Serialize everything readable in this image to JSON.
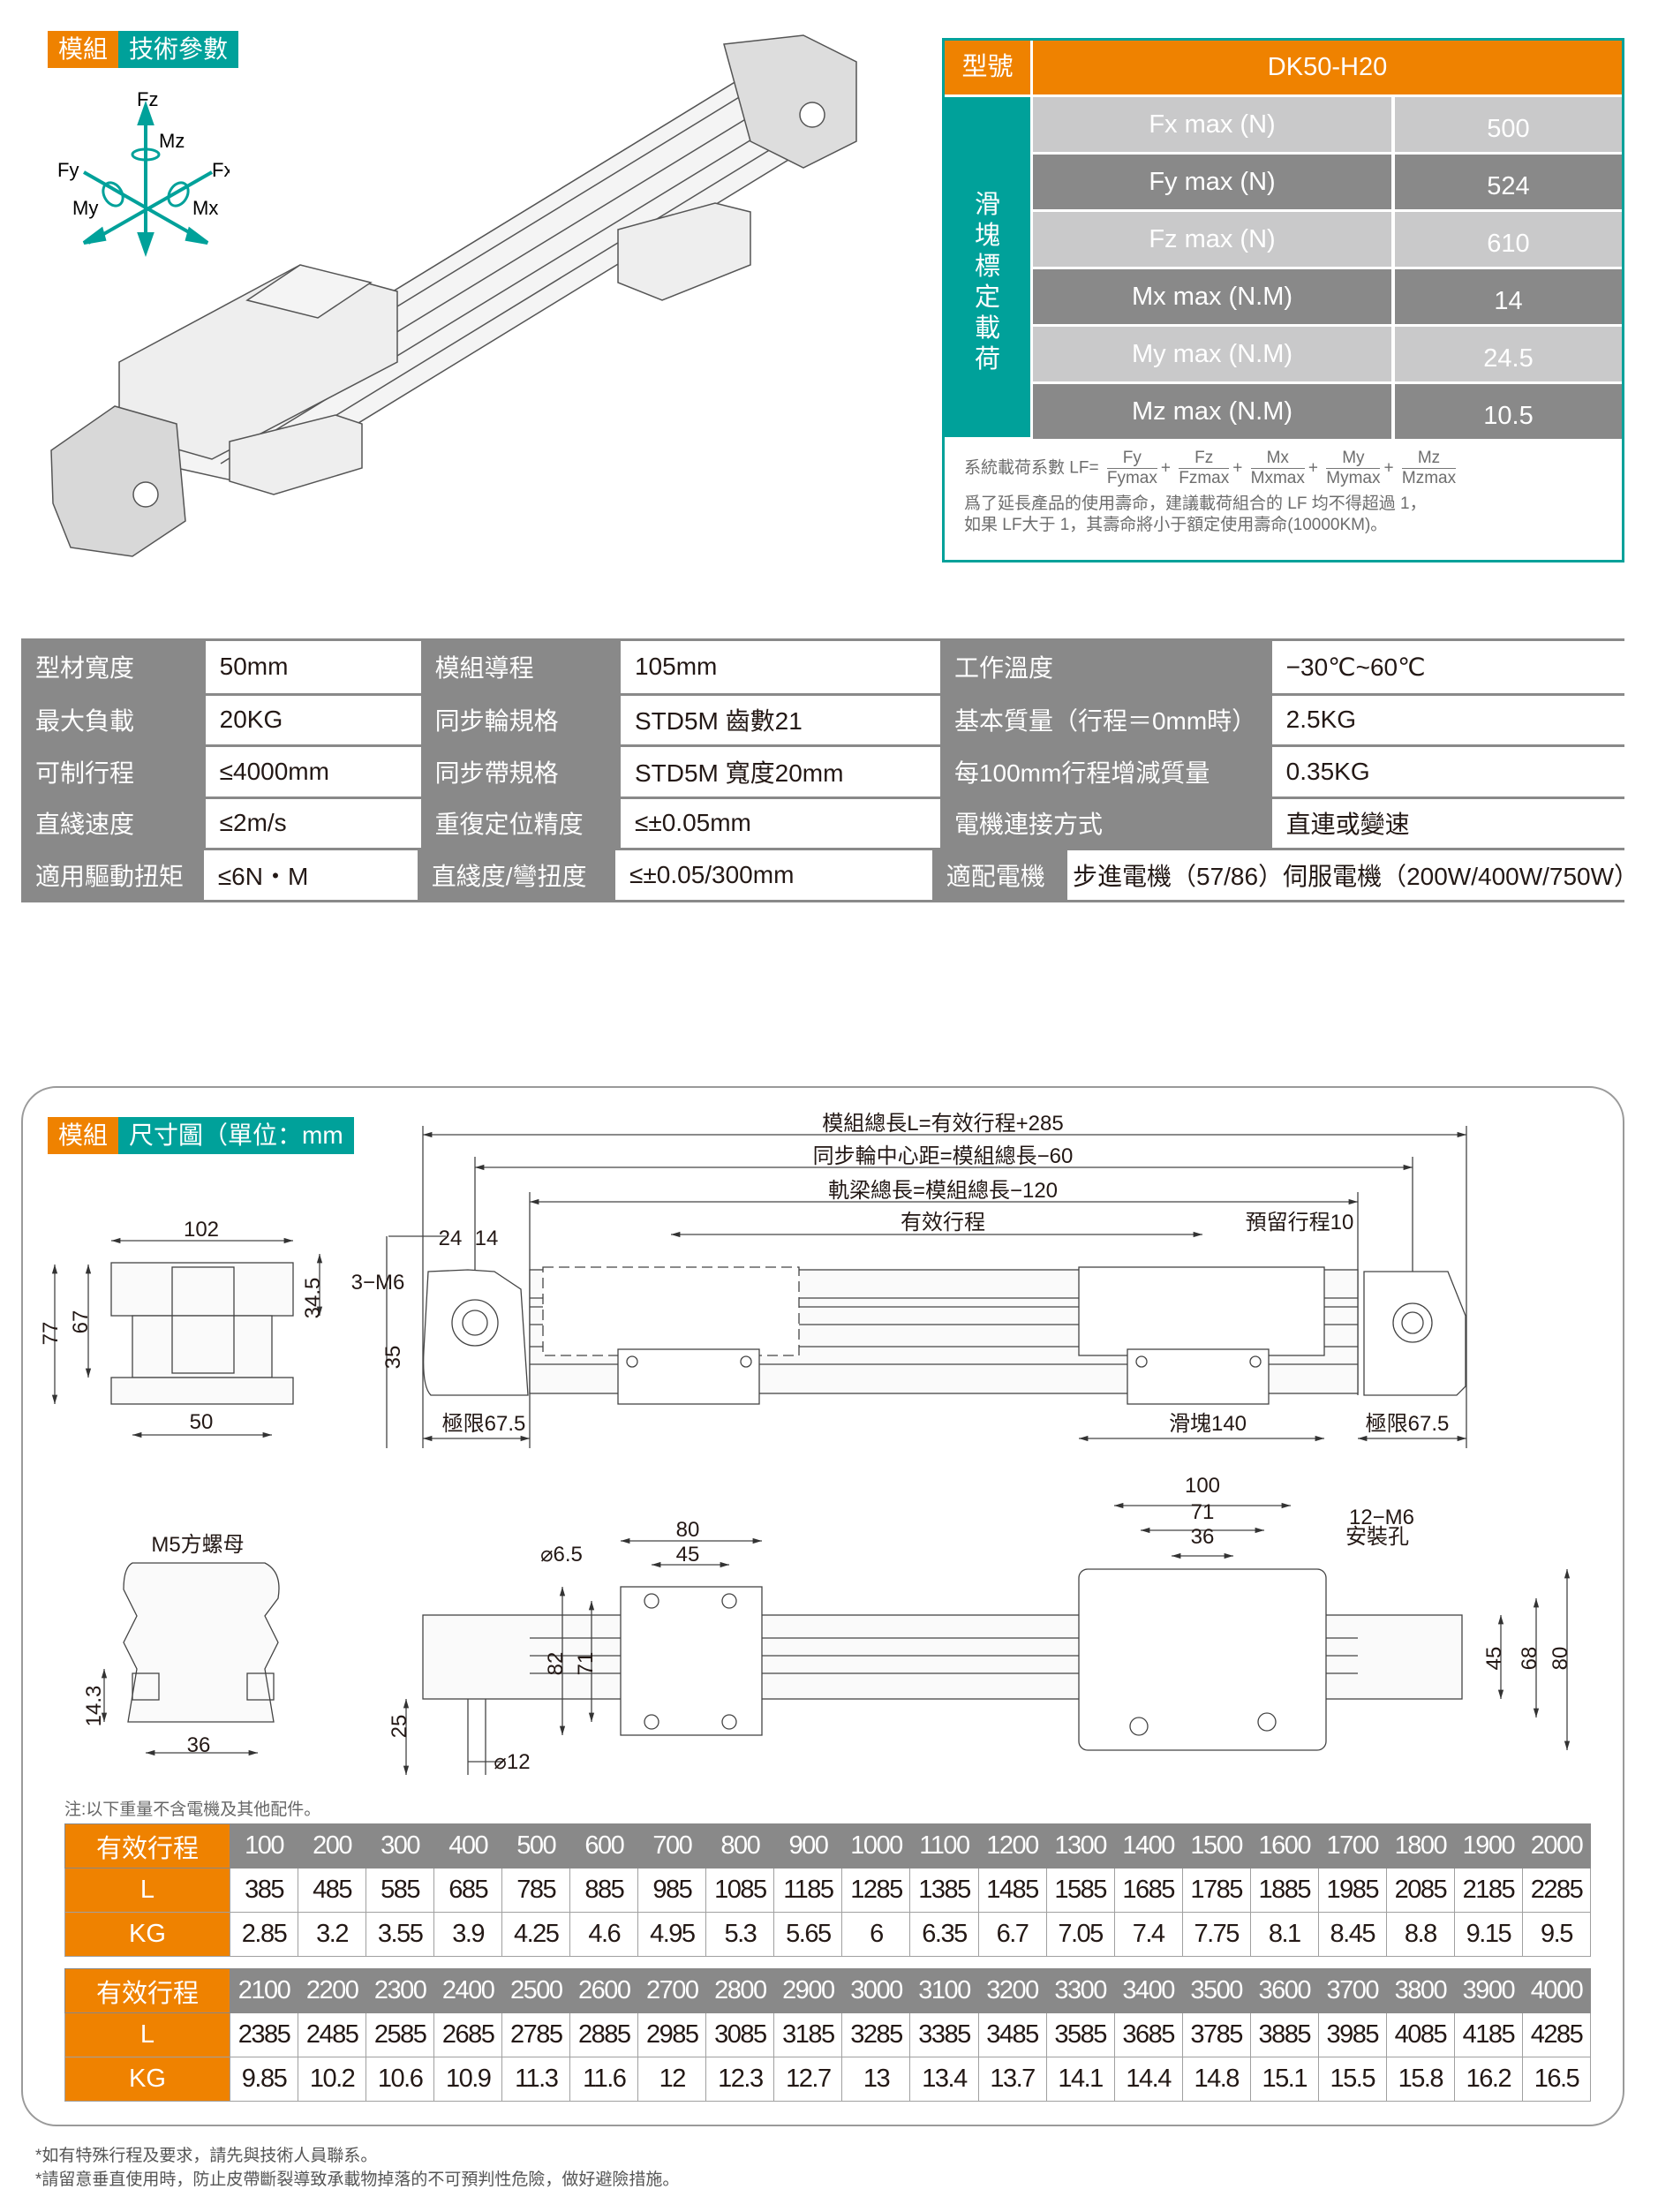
{
  "tech_badge": {
    "left": "模組",
    "right": "技術參數"
  },
  "axes": {
    "fz": "Fz",
    "mz": "Mz",
    "fy": "Fy",
    "fx": "Fx",
    "my": "My",
    "mx": "Mx",
    "color": "#00a19a"
  },
  "load_table": {
    "model_label": "型號",
    "model_value": "DK50-H20",
    "side_label": [
      "滑",
      "塊",
      "標",
      "定",
      "載",
      "荷"
    ],
    "rows": [
      {
        "label": "Fx max (N)",
        "value": "500"
      },
      {
        "label": "Fy max (N)",
        "value": "524"
      },
      {
        "label": "Fz max (N)",
        "value": "610"
      },
      {
        "label": "Mx max (N.M)",
        "value": "14"
      },
      {
        "label": "My max (N.M)",
        "value": "24.5"
      },
      {
        "label": "Mz max (N.M)",
        "value": "10.5"
      }
    ],
    "formula_prefix": "系統載荷系數 LF=",
    "fractions": [
      {
        "n": "Fy",
        "d": "Fymax"
      },
      {
        "n": "Fz",
        "d": "Fzmax"
      },
      {
        "n": "Mx",
        "d": "Mxmax"
      },
      {
        "n": "My",
        "d": "Mymax"
      },
      {
        "n": "Mz",
        "d": "Mzmax"
      }
    ],
    "plus": "+",
    "note1": "爲了延長產品的使用壽命，建議載荷組合的 LF 均不得超過 1，",
    "note2": "如果 LF大于 1，其壽命將小于額定使用壽命(10000KM)。"
  },
  "specs": [
    [
      {
        "l": "型材寬度",
        "v": "50mm"
      },
      {
        "l": "模組導程",
        "v": "105mm"
      },
      {
        "l": "工作溫度",
        "v": "−30℃~60℃"
      }
    ],
    [
      {
        "l": "最大負載",
        "v": "20KG"
      },
      {
        "l": "同步輪規格",
        "v": "STD5M 齒數21"
      },
      {
        "l": "基本質量（行程＝0mm時）",
        "v": "2.5KG"
      }
    ],
    [
      {
        "l": "可制行程",
        "v": "≤4000mm"
      },
      {
        "l": "同步帶規格",
        "v": "STD5M 寬度20mm"
      },
      {
        "l": "每100mm行程增減質量",
        "v": "0.35KG"
      }
    ],
    [
      {
        "l": "直綫速度",
        "v": "≤2m/s"
      },
      {
        "l": "重復定位精度",
        "v": "≤±0.05mm"
      },
      {
        "l": "電機連接方式",
        "v": "直連或變速"
      }
    ],
    [
      {
        "l": "適用驅動扭矩",
        "v": "≤6N・M"
      },
      {
        "l": "直綫度/彎扭度",
        "v": "≤±0.05/300mm"
      },
      {
        "l": "適配電機",
        "v": "步進電機（57/86）伺服電機（200W/400W/750W）"
      }
    ]
  ],
  "dim_badge": {
    "left": "模組",
    "right": "尺寸圖（單位：mm"
  },
  "dims": {
    "total": "模組總長L=有效行程+285",
    "pulley": "同步輪中心距=模組總長−60",
    "rail": "軌梁總長=模組總長−120",
    "stroke": "有效行程",
    "reserve": "預留行程10",
    "d24": "24",
    "d14": "14",
    "m6": "3−M6",
    "d35": "35",
    "limit_l": "極限67.5",
    "slider": "滑塊140",
    "limit_r": "極限67.5",
    "w102": "102",
    "h77": "77",
    "h67": "67",
    "h345": "34.5",
    "w50": "50",
    "nut": "M5方螺母",
    "h143": "14.3",
    "w36": "36",
    "p80": "80",
    "p45": "45",
    "phi65": "⌀6.5",
    "h82": "82",
    "h71": "71",
    "h25": "25",
    "phi12": "⌀12",
    "c100": "100",
    "c71": "71",
    "c36": "36",
    "m6b": "12−M6",
    "hole": "安裝孔",
    "v45": "45",
    "v68": "68",
    "v80": "80"
  },
  "note_weight": "注:以下重量不含電機及其他配件。",
  "length_tables": [
    {
      "header": "有效行程",
      "row_l": "L",
      "row_kg": "KG",
      "stroke": [
        "100",
        "200",
        "300",
        "400",
        "500",
        "600",
        "700",
        "800",
        "900",
        "1000",
        "1100",
        "1200",
        "1300",
        "1400",
        "1500",
        "1600",
        "1700",
        "1800",
        "1900",
        "2000"
      ],
      "L": [
        "385",
        "485",
        "585",
        "685",
        "785",
        "885",
        "985",
        "1085",
        "1185",
        "1285",
        "1385",
        "1485",
        "1585",
        "1685",
        "1785",
        "1885",
        "1985",
        "2085",
        "2185",
        "2285"
      ],
      "KG": [
        "2.85",
        "3.2",
        "3.55",
        "3.9",
        "4.25",
        "4.6",
        "4.95",
        "5.3",
        "5.65",
        "6",
        "6.35",
        "6.7",
        "7.05",
        "7.4",
        "7.75",
        "8.1",
        "8.45",
        "8.8",
        "9.15",
        "9.5"
      ]
    },
    {
      "header": "有效行程",
      "row_l": "L",
      "row_kg": "KG",
      "stroke": [
        "2100",
        "2200",
        "2300",
        "2400",
        "2500",
        "2600",
        "2700",
        "2800",
        "2900",
        "3000",
        "3100",
        "3200",
        "3300",
        "3400",
        "3500",
        "3600",
        "3700",
        "3800",
        "3900",
        "4000"
      ],
      "L": [
        "2385",
        "2485",
        "2585",
        "2685",
        "2785",
        "2885",
        "2985",
        "3085",
        "3185",
        "3285",
        "3385",
        "3485",
        "3585",
        "3685",
        "3785",
        "3885",
        "3985",
        "4085",
        "4185",
        "4285"
      ],
      "KG": [
        "9.85",
        "10.2",
        "10.6",
        "10.9",
        "11.3",
        "11.6",
        "12",
        "12.3",
        "12.7",
        "13",
        "13.4",
        "13.7",
        "14.1",
        "14.4",
        "14.8",
        "15.1",
        "15.5",
        "15.8",
        "16.2",
        "16.5"
      ]
    }
  ],
  "footnotes": [
    "*如有特殊行程及要求，請先與技術人員聯系。",
    "*請留意垂直使用時，防止皮帶斷裂導致承載物掉落的不可預判性危險，做好避險措施。"
  ]
}
